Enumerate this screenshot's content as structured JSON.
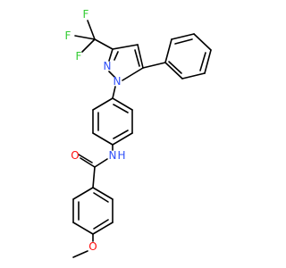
{
  "atoms": [
    {
      "id": "F1",
      "label": "F",
      "color": "#33cc33"
    },
    {
      "id": "F2",
      "label": "F",
      "color": "#33cc33"
    },
    {
      "id": "F3",
      "label": "F",
      "color": "#33cc33"
    },
    {
      "id": "N1",
      "label": "N",
      "color": "#3050f8"
    },
    {
      "id": "N2",
      "label": "N",
      "color": "#3050f8"
    },
    {
      "id": "N3",
      "label": "N",
      "color": "#3050f8"
    },
    {
      "id": "H1",
      "label": "H",
      "color": "#3050f8"
    },
    {
      "id": "O1",
      "label": "O",
      "color": "#ff0d0d"
    },
    {
      "id": "O2",
      "label": "O",
      "color": "#ff0d0d"
    }
  ],
  "colors": {
    "bond": "#000000",
    "fluorine": "#33cc33",
    "nitrogen": "#3050f8",
    "oxygen": "#ff0d0d"
  }
}
